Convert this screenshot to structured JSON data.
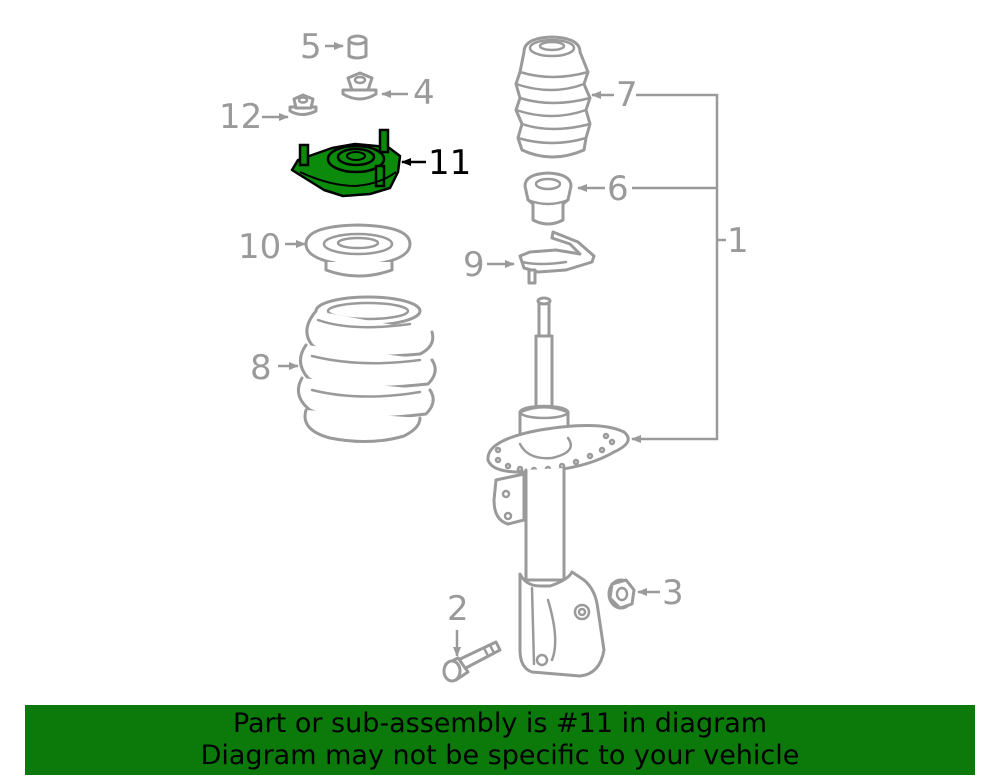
{
  "colors": {
    "line": "#9a9a9a",
    "highlight_part": "#0b8a0b",
    "banner_bg": "#0b7a0b",
    "banner_text": "#000000"
  },
  "callouts": {
    "c1": "1",
    "c2": "2",
    "c3": "3",
    "c4": "4",
    "c5": "5",
    "c6": "6",
    "c7": "7",
    "c8": "8",
    "c9": "9",
    "c10": "10",
    "c11": "11",
    "c12": "12"
  },
  "highlighted_part": "11",
  "banner": {
    "line1": "Part or sub-assembly is #11 in diagram",
    "line2": "Diagram may not be specific to your vehicle"
  }
}
